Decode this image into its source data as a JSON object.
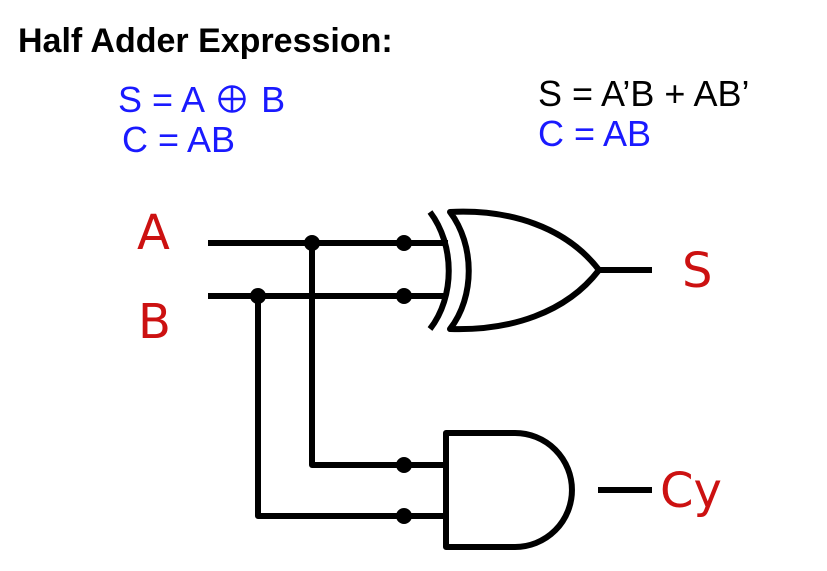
{
  "title": "Half Adder Expression:",
  "left_expressions": {
    "sum_prefix": "S = A",
    "sum_operator_icon": "xor-circle-plus-icon",
    "sum_suffix": "B",
    "carry": "C = AB"
  },
  "right_expressions": {
    "sum": "S = A’B + AB’",
    "carry": "C = AB"
  },
  "circuit": {
    "input_a": "A",
    "input_b": "B",
    "output_sum": "S",
    "output_carry": "Cy",
    "gates": [
      "xor-gate",
      "and-gate"
    ]
  },
  "colors": {
    "expression_blue": "#1a1aff",
    "signal_red": "#cc1111",
    "wire": "#000000"
  }
}
